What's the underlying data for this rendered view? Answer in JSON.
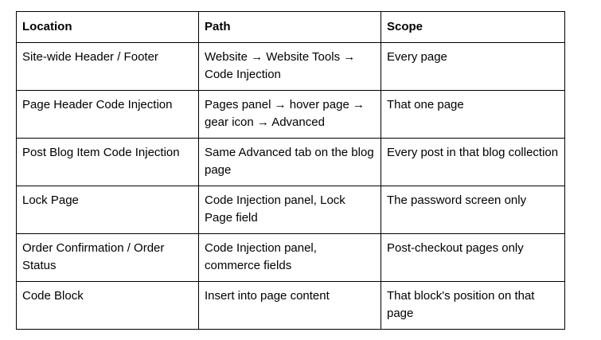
{
  "table": {
    "headers": [
      "Location",
      "Path",
      "Scope"
    ],
    "rows": [
      [
        "Site-wide Header / Footer",
        "Website → Website Tools → Code Injection",
        "Every page"
      ],
      [
        "Page Header Code Injection",
        "Pages panel → hover page → gear icon → Advanced",
        "That one page"
      ],
      [
        "Post Blog Item Code Injection",
        "Same Advanced tab on the blog page",
        "Every post in that blog collection"
      ],
      [
        "Lock Page",
        "Code Injection panel, Lock Page field",
        "The password screen only"
      ],
      [
        "Order Confirmation / Order Status",
        "Code Injection panel, commerce fields",
        "Post-checkout pages only"
      ],
      [
        "Code Block",
        "Insert into page content",
        "That block's position on that page"
      ]
    ]
  }
}
